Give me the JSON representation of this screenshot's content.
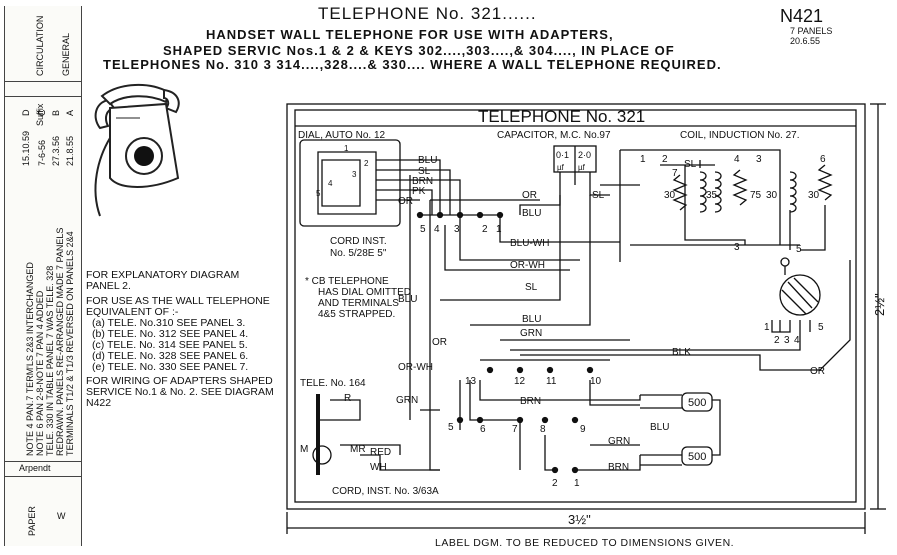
{
  "header": {
    "title": "TELEPHONE No. 321......",
    "code": "N421",
    "panels": "7 PANELS",
    "date": "20.6.55",
    "line1": "HANDSET    WALL TELEPHONE FOR USE WITH ADAPTERS,",
    "line2": "SHAPED SERVIC       Nos.1 & 2  & KEYS 302....,303....,& 304...., IN PLACE OF",
    "line3": "TELEPHONES No. 310     3          314....,328....& 330.... WHERE A WALL TELEPHONE          REQUIRED."
  },
  "sidebar": {
    "circulation": "CIRCULATION",
    "general": "GENERAL",
    "suffix": "Suffix",
    "paper": "PAPER",
    "paper_code": "W",
    "drawn_by": "Arpendt",
    "notes": [
      "NOTE 4 PAN.7 TERM'LS 2&3 INTERCHANGED",
      "NOTE 6 PAN 2-8-NOTE 7 PAN 4  ADDED",
      "TELE. 330 IN TABLE PANEL 7 WAS TELE. 328",
      "REDRAWN. PANELS RE-ARRANGED MADE 7 PANELS",
      "TERMINALS T1/2 & T1/3 REVERSED ON PANELS 2&4"
    ],
    "dates": [
      "15.10.59",
      "7-6-56",
      "27.3.56",
      "21.8.55"
    ],
    "letters": [
      "D",
      "C",
      "B",
      "A"
    ]
  },
  "notes": {
    "explanatory": [
      "FOR EXPLANATORY DIAGRAM",
      "PANEL 2."
    ],
    "wall_use": [
      "FOR USE AS THE WALL  TELEPHONE",
      "EQUIVALENT OF :-"
    ],
    "items": [
      "(a) TELE. No.310 SEE PANEL 3.",
      "(b) TELE. No. 312 SEE PANEL 4.",
      "(c) TELE. No. 314 SEE PANEL 5.",
      "(d) TELE. No. 328 SEE PANEL 6.",
      "(e) TELE. No. 330 SEE PANEL 7."
    ],
    "wiring": [
      "FOR WIRING OF ADAPTERS SHAPED",
      "SERVICE No.1 & No. 2. SEE DIAGRAM",
      "N422"
    ]
  },
  "diagram": {
    "title": "TELEPHONE No. 321",
    "dial": "DIAL, AUTO No. 12",
    "capacitor": "CAPACITOR, M.C. No.97",
    "coil": "COIL, INDUCTION No. 27.",
    "cap_values": [
      "0·1",
      "2·0"
    ],
    "cap_mf": "µf",
    "cord_inst": [
      "CORD INST.",
      "No. 5/28E  5\""
    ],
    "cb_note": [
      "* CB TELEPHONE",
      "HAS DIAL OMITTED",
      "AND TERMINALS",
      "4&5 STRAPPED."
    ],
    "tele164": "TELE. No. 164",
    "cord_bottom": "CORD, INST. No. 3/63A",
    "wires": [
      "BLU",
      "SL",
      "BRN",
      "PK",
      "OR",
      "OR",
      "SL",
      "BLU",
      "BLU-WH",
      "OR-WH",
      "SL",
      "BLU",
      "GRN",
      "BLK",
      "OR",
      "OR-WH",
      "OR",
      "GRN",
      "BRN",
      "RED",
      "WH",
      "GRN",
      "BRN",
      "BLU",
      "R",
      "MR",
      "M"
    ],
    "resistors": [
      "30",
      "35",
      "75",
      "30",
      "30"
    ],
    "terminals": [
      "4",
      "3",
      "2",
      "1",
      "5",
      "6",
      "7",
      "8",
      "9",
      "13",
      "12",
      "11",
      "10",
      "1",
      "2",
      "3",
      "4",
      "5",
      "2",
      "1",
      "SL",
      "4",
      "6",
      "3",
      "7",
      "3",
      "5",
      "2",
      "1"
    ],
    "bell_values": [
      "500",
      "500"
    ],
    "dial_numbers": [
      "1",
      "2",
      "3",
      "4",
      "5"
    ],
    "height_dim": "2½\"",
    "width_dim": "3½\""
  },
  "footer": {
    "note": "LABEL DGM. TO BE REDUCED TO DIMENSIONS GIVEN."
  }
}
